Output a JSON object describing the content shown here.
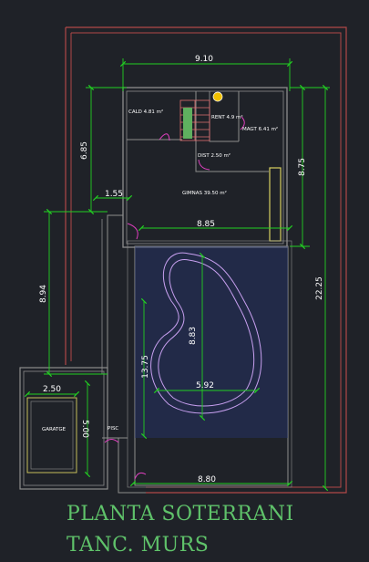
{
  "title_line1": "PLANTA SOTERRANI",
  "title_line2": "TANC. MURS",
  "dimensions": {
    "top_width": "9.10",
    "left_height": "6.85",
    "right_height": "8.75",
    "total_height": "22.25",
    "short_width": "1.55",
    "mid_width": "8.85",
    "left_lower": "8.94",
    "pool_height": "8.83",
    "pool_left_height": "13.75",
    "pool_width": "5.92",
    "garage_width": "2.50",
    "garage_height": "5.00",
    "bottom_width": "8.80"
  },
  "rooms": {
    "cald": "CALD 4.81 m²",
    "rent": "RENT 4.9 m²",
    "magt": "MAGT 6.41 m²",
    "dist": "DIST 2.50 m²",
    "gimnas": "GIMNAS 39.50 m²",
    "garatge": "GARATGE",
    "pisc": "PISC"
  },
  "colors": {
    "background": "#1f2228",
    "wall_outer": "#b04848",
    "wall_inner": "#8d8d8d",
    "dimension": "#22d022",
    "pool_outline": "#c8a0f0",
    "pool_water": "#2a3d8a",
    "door": "#e040c0",
    "stair": "#e07070",
    "title": "#5fc26a"
  }
}
